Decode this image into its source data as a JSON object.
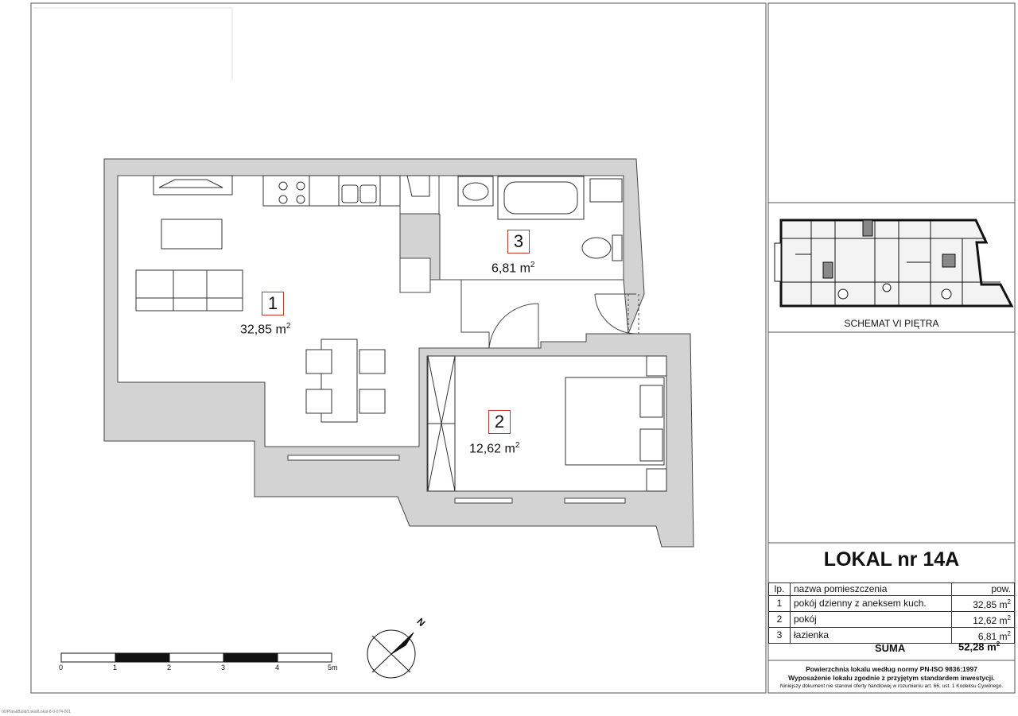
{
  "rooms": [
    {
      "num": "1",
      "area": "32,85 m",
      "name": "pokój dzienny z aneksem kuch.",
      "pow": "32,85 m"
    },
    {
      "num": "2",
      "area": "12,62 m",
      "name": "pokój",
      "pow": "12,62 m"
    },
    {
      "num": "3",
      "area": "6,81 m",
      "name": "łazienka",
      "pow": "6,81 m"
    }
  ],
  "unit_sup": "2",
  "title": "LOKAL nr 14A",
  "schema_label": "SCHEMAT VI PIĘTRA",
  "table_head": {
    "lp": "lp.",
    "name": "nazwa pomieszczenia",
    "pow": "pow."
  },
  "sum": {
    "label": "SUMA",
    "value": "52,28 m"
  },
  "notes": [
    "Powierzchnia lokalu według normy PN-ISO 9836:1997",
    "Wyposażenie lokalu zgodnie z przyjętym standardem inwestycji.",
    "Niniejszy dokument nie stanowi oferty handlowej w rozumieniu art. 66, ust. 1 Kodeksu Cywilnego."
  ],
  "scale": {
    "labels": [
      "0",
      "1",
      "2",
      "3",
      "4",
      "5m"
    ]
  },
  "compass": {
    "label": "N"
  },
  "footer_code": "00/Plan&Build/Lokal/Lokal-8-0-074-001"
}
